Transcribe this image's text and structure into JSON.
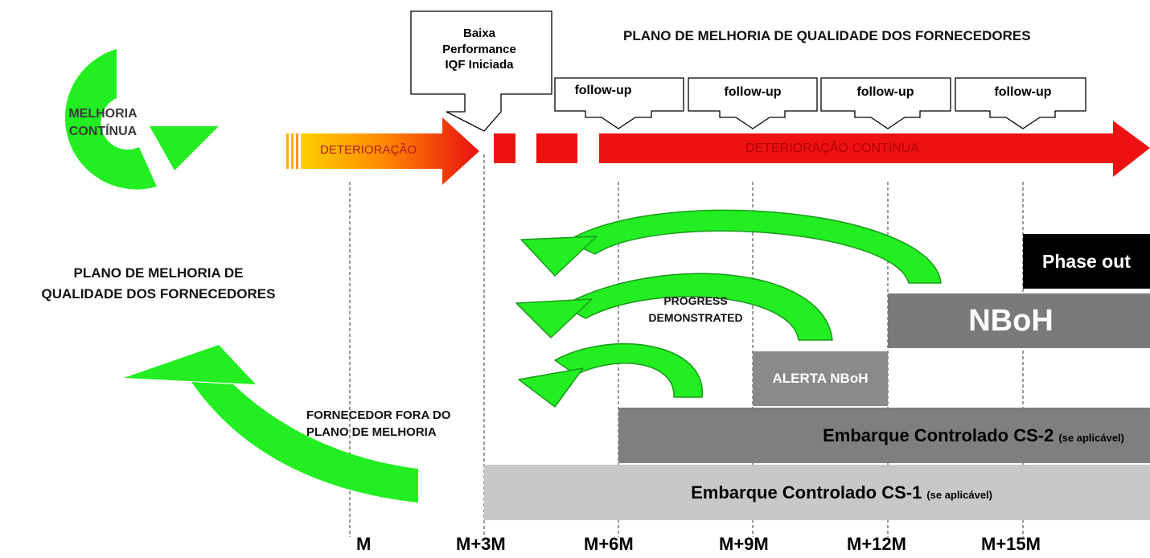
{
  "title": "PLANO DE MELHORIA DE QUALIDADE DOS FORNECEDORES",
  "cycle_label": "MELHORIA\nCONTÍNUA",
  "side_title": "PLANO DE MELHORIA DE\nQUALIDADE DOS FORNECEDORES",
  "exit_label": "FORNECEDOR FORA DO\nPLANO DE MELHORIA",
  "progress_label": "PROGRESS\nDEMONSTRATED",
  "start_callout": "Baixa\nPerformance\nIQF Iniciada",
  "followups": [
    "follow-up",
    "follow-up",
    "follow-up",
    "follow-up"
  ],
  "deterioration": "DETERIORAÇÃO",
  "continuous_deterioration": "DETERIORAÇÃO CONTÍNUA",
  "timeline": [
    "M",
    "M+3M",
    "M+6M",
    "M+9M",
    "M+12M",
    "M+15M"
  ],
  "stages": {
    "phase_out": "Phase out",
    "nboh": "NBoH",
    "alerta": "ALERTA NBoH",
    "cs2": "Embarque Controlado CS-2",
    "cs2_note": "(se aplicável)",
    "cs1": "Embarque Controlado CS-1",
    "cs1_note": "(se aplicável)"
  },
  "colors": {
    "green": "#22ee22",
    "red": "#ee1111",
    "phase_out": "#000000",
    "nboh": "#7a7a7a",
    "alerta": "#8a8a8a",
    "cs2": "#7f7f7f",
    "cs1": "#c8c8c8"
  }
}
